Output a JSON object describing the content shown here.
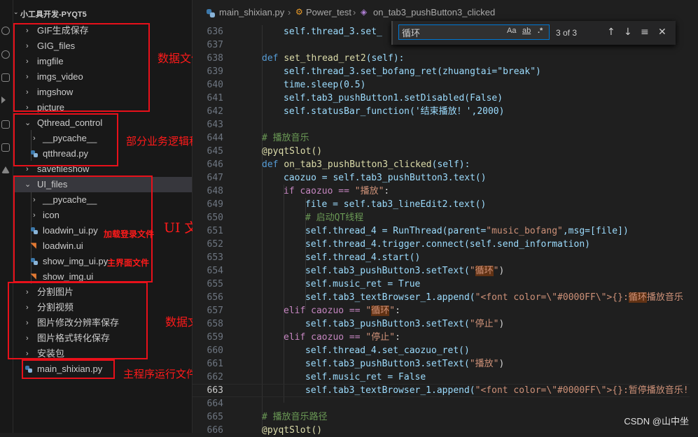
{
  "explorer": {
    "title": "小工具开发-PYQT5",
    "items": [
      {
        "label": "GIF生成保存"
      },
      {
        "label": "GIG_files"
      },
      {
        "label": "imgfile"
      },
      {
        "label": "imgs_video"
      },
      {
        "label": "imgshow"
      },
      {
        "label": "picture"
      },
      {
        "label": "Qthread_control"
      },
      {
        "label": "__pycache__"
      },
      {
        "label": "qtthread.py"
      },
      {
        "label": "savefileshow"
      },
      {
        "label": "UI_files"
      },
      {
        "label": "__pycache__"
      },
      {
        "label": "icon"
      },
      {
        "label": "loadwin_ui.py"
      },
      {
        "label": "loadwin.ui"
      },
      {
        "label": "show_img_ui.py"
      },
      {
        "label": "show_img.ui"
      },
      {
        "label": "分割图片"
      },
      {
        "label": "分割视频"
      },
      {
        "label": "图片修改分辨率保存"
      },
      {
        "label": "图片格式转化保存"
      },
      {
        "label": "安装包"
      },
      {
        "label": "main_shixian.py"
      }
    ]
  },
  "annotations": {
    "data1": "数据文件",
    "logic": "部分业务逻辑程序控制文件",
    "ui": "UI 文件",
    "login": "加载登录文件",
    "main_ui": "主界面文件",
    "data2": "数据文件",
    "main": "主程序运行文件"
  },
  "breadcrumb": {
    "file": "main_shixian.py",
    "cls": "Power_test",
    "method": "on_tab3_pushButton3_clicked"
  },
  "find": {
    "value": "循环",
    "opt_case": "Aa",
    "opt_word": "ab",
    "opt_regex": ".*",
    "count": "3 of 3",
    "prev": "↑",
    "next": "↓",
    "selection": "≡",
    "close": "✕"
  },
  "code": {
    "line_numbers": [
      "636",
      "637",
      "638",
      "639",
      "640",
      "641",
      "642",
      "643",
      "644",
      "645",
      "646",
      "647",
      "648",
      "649",
      "650",
      "651",
      "652",
      "653",
      "654",
      "655",
      "656",
      "657",
      "658",
      "659",
      "660",
      "661",
      "662",
      "663",
      "664",
      "665",
      "666"
    ],
    "l636": "self.thread_3.set_",
    "l638_def": "def ",
    "l638_fn": "set_thread_ret2",
    "l638_rest": "(self):",
    "l639": "self.thread_3.set_bofang_ret(zhuangtai=\"break\")",
    "l640": "time.sleep(0.5)",
    "l641": "self.tab3_pushButton1.setDisabled(False)",
    "l642": "self.statusBar_function('结束播放！',2000)",
    "l644": "# 播放音乐",
    "l645": "@pyqtSlot()",
    "l646_fn": "on_tab3_pushButton3_clicked",
    "l647": "caozuo = self.tab3_pushButton3.text()",
    "l648_a": "if caozuo == ",
    "l648_s": "\"播放\"",
    "l648_b": ":",
    "l649": "file = self.tab3_lineEdit2.text()",
    "l650": "# 启动QT线程",
    "l651_a": "self.thread_4 = RunThread(parent=",
    "l651_s1": "\"music_bofang\"",
    "l651_b": ",msg=[file])",
    "l652": "self.thread_4.trigger.connect(self.send_information)",
    "l653": "self.thread_4.start()",
    "l654_a": "self.tab3_pushButton3.setText(",
    "l654_q1": "\"",
    "l654_hl": "循环",
    "l654_q2": "\"",
    "l654_b": ")",
    "l655": "self.music_ret = True",
    "l656_a": "self.tab3_textBrowser_1.append(",
    "l656_s": "\"<font color=\\\"#0000FF\\\">{}:",
    "l656_hl": "循环",
    "l656_s2": "播放音乐",
    "l657_a": "elif caozuo == ",
    "l657_q1": "\"",
    "l657_hl": "循环",
    "l657_q2": "\"",
    "l657_b": ":",
    "l658_a": "self.tab3_pushButton3.setText(",
    "l658_s": "\"停止\"",
    "l658_b": ")",
    "l659_a": "elif caozuo == ",
    "l659_s": "\"停止\"",
    "l659_b": ":",
    "l660": "self.thread_4.set_caozuo_ret()",
    "l661_a": "self.tab3_pushButton3.setText(",
    "l661_s": "\"播放\"",
    "l661_b": ")",
    "l662": "self.music_ret = False",
    "l663_a": "self.tab3_textBrowser_1.append(",
    "l663_s": "\"<font color=\\\"#0000FF\\\">{}:暂停播放音乐!",
    "l665": "# 播放音乐路径",
    "l666": "@pyqtSlot()"
  },
  "watermark": "CSDN @山中坐"
}
